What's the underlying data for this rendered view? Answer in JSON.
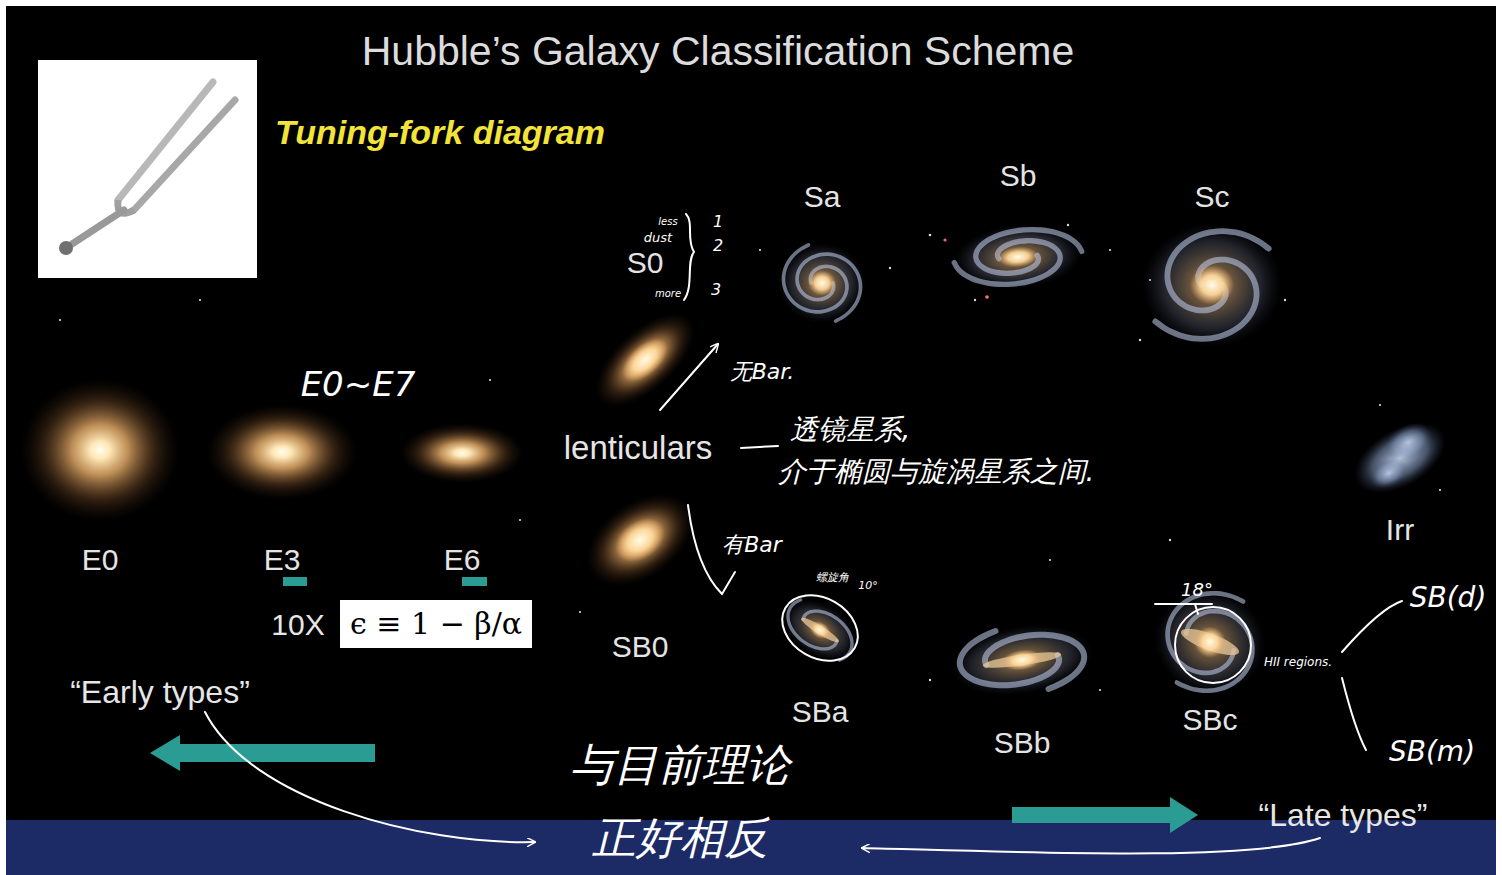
{
  "diagram": {
    "title": "Hubble’s Galaxy Classification Scheme",
    "nodes": [
      {
        "text": [
          "E0"
        ]
      },
      {
        "text": [
          "E3"
        ]
      },
      {
        "text": [
          "E6"
        ]
      },
      {
        "text": [
          "S0"
        ]
      },
      {
        "text": [
          "Sa"
        ]
      },
      {
        "text": [
          "Sb"
        ]
      },
      {
        "text": [
          "Sc"
        ]
      },
      {
        "text": [
          "Irr"
        ]
      },
      {
        "text": [
          "SB0"
        ]
      },
      {
        "text": [
          "SBa"
        ]
      },
      {
        "text": [
          "SBb"
        ]
      },
      {
        "text": [
          "SBc"
        ]
      },
      {
        "text": [
          "ϵ ≡ 1 − β/α"
        ]
      }
    ],
    "labels": [
      "Tuning-fork diagram",
      "lenticulars",
      "10X",
      "“Early types”",
      "“Late types”",
      "E0~E7",
      "less",
      "dust",
      "more",
      "1",
      "2",
      "3",
      "无Bar.",
      "透镜星系,",
      "介于椭圆与旋涡星系之间.",
      "有Bar",
      "螺旋角",
      "10°",
      "18°",
      "HII regions.",
      "SB(d)",
      "SB(m)",
      "与目前理论",
      "正好相反"
    ]
  }
}
